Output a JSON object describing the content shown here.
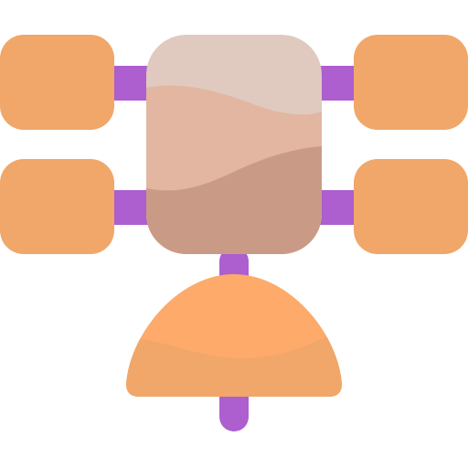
{
  "icon": {
    "name": "network-diagram-icon",
    "parts": [
      "connector-left-top",
      "connector-left-bottom",
      "connector-right-top",
      "connector-right-bottom",
      "connector-vertical",
      "left-top-node",
      "left-bottom-node",
      "right-top-node",
      "right-bottom-node",
      "central-node",
      "dome-node"
    ]
  },
  "colors": {
    "connector": "#AD5ECF",
    "node": "#F0A769",
    "central_top": "#E0CAC0",
    "central_middle": "#E2B6A0",
    "central_bottom": "#C99B86",
    "dome_top": "#FDAA6B",
    "dome_bottom": "#F0A769",
    "background": "#FFFFFF"
  }
}
